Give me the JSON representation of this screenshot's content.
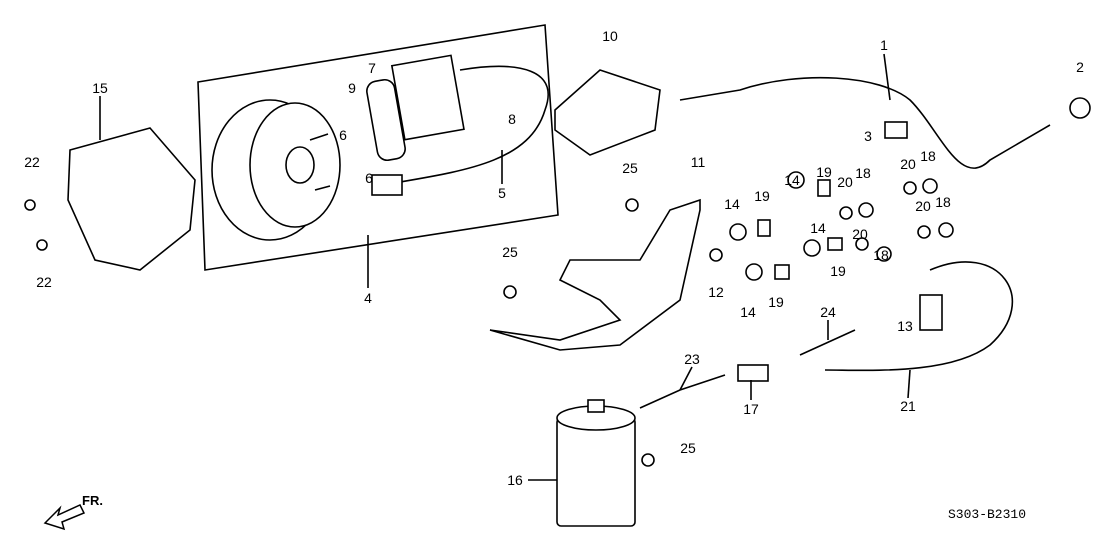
{
  "diagram_code": "S303-B2310",
  "direction_label": "FR.",
  "callouts": [
    "1",
    "2",
    "3",
    "4",
    "5",
    "6",
    "6",
    "7",
    "8",
    "9",
    "10",
    "11",
    "12",
    "13",
    "14",
    "14",
    "14",
    "14",
    "15",
    "16",
    "17",
    "18",
    "18",
    "18",
    "18",
    "19",
    "19",
    "19",
    "19",
    "20",
    "20",
    "20",
    "20",
    "21",
    "22",
    "22",
    "23",
    "24",
    "25",
    "25",
    "25"
  ]
}
